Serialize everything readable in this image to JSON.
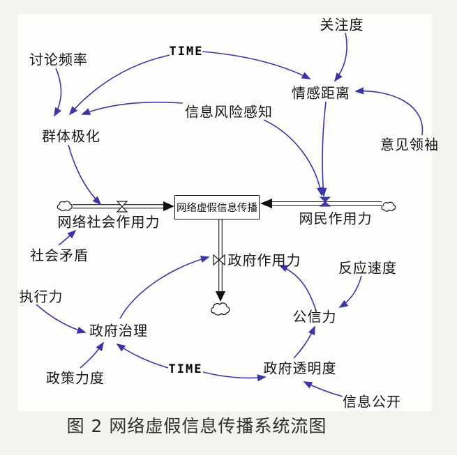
{
  "figure": {
    "caption": "图 2  网络虚假信息传播系统流图",
    "stock": {
      "label": "网络虚假信息传播"
    },
    "vars": {
      "discussion_frequency": {
        "label": "讨论频率"
      },
      "time_top": {
        "label": "TIME"
      },
      "attention": {
        "label": "关注度"
      },
      "emotional_distance": {
        "label": "情感距离"
      },
      "opinion_leader": {
        "label": "意见领袖"
      },
      "info_risk_perception": {
        "label": "信息风险感知"
      },
      "group_polarization": {
        "label": "群体极化"
      },
      "online_social_force": {
        "label": "网络社会作用力"
      },
      "netizen_force": {
        "label": "网民作用力"
      },
      "social_conflict": {
        "label": "社会矛盾"
      },
      "government_force": {
        "label": "政府作用力"
      },
      "reaction_speed": {
        "label": "反应速度"
      },
      "execution_power": {
        "label": "执行力"
      },
      "public_credibility": {
        "label": "公信力"
      },
      "government_governance": {
        "label": "政府治理"
      },
      "government_transparency": {
        "label": "政府透明度"
      },
      "time_bottom": {
        "label": "TIME"
      },
      "policy_strength": {
        "label": "政策力度"
      },
      "information_disclosure": {
        "label": "信息公开"
      }
    },
    "influence_edges": [
      {
        "from": "讨论频率",
        "to": "群体极化"
      },
      {
        "from": "TIME",
        "to": "群体极化"
      },
      {
        "from": "信息风险感知",
        "to": "群体极化"
      },
      {
        "from": "关注度",
        "to": "情感距离"
      },
      {
        "from": "TIME",
        "to": "情感距离"
      },
      {
        "from": "意见领袖",
        "to": "情感距离"
      },
      {
        "from": "情感距离",
        "to": "网民作用力"
      },
      {
        "from": "信息风险感知",
        "to": "网民作用力"
      },
      {
        "from": "群体极化",
        "to": "网络社会作用力"
      },
      {
        "from": "社会矛盾",
        "to": "网络社会作用力"
      },
      {
        "from": "政府治理",
        "to": "政府作用力"
      },
      {
        "from": "公信力",
        "to": "政府作用力"
      },
      {
        "from": "执行力",
        "to": "政府治理"
      },
      {
        "from": "政策力度",
        "to": "政府治理"
      },
      {
        "from": "TIME",
        "to": "政府治理"
      },
      {
        "from": "TIME",
        "to": "政府透明度"
      },
      {
        "from": "信息公开",
        "to": "政府透明度"
      },
      {
        "from": "政府透明度",
        "to": "公信力"
      },
      {
        "from": "反应速度",
        "to": "公信力"
      }
    ],
    "flows": [
      {
        "from": "cloud-source-left",
        "rate": "网络社会作用力",
        "to": "网络虚假信息传播",
        "direction": "inflow"
      },
      {
        "from": "cloud-source-right",
        "rate": "网民作用力",
        "to": "网络虚假信息传播",
        "direction": "inflow"
      },
      {
        "from": "网络虚假信息传播",
        "rate": "政府作用力",
        "to": "cloud-sink-bottom",
        "direction": "outflow"
      }
    ],
    "colors": {
      "arrow": "#3b35a6",
      "ink": "#141414",
      "page_bg": "#f4f3ed",
      "canvas_bg": "#fdfdfb"
    }
  }
}
